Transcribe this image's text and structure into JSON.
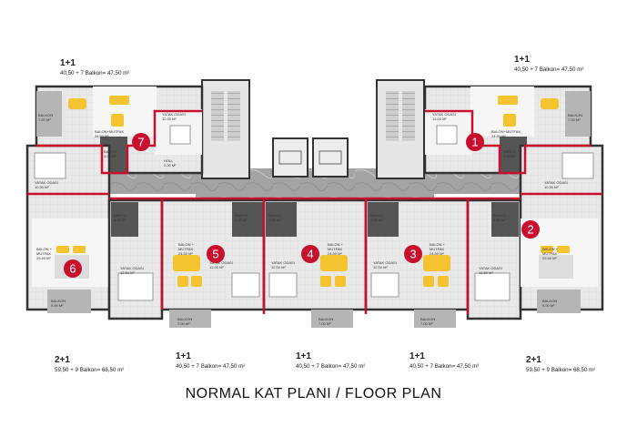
{
  "units": [
    {
      "id": "7",
      "type": "1+1",
      "area": "40,50 + 7 Balkon= 47,50 m²"
    },
    {
      "id": "1",
      "type": "1+1",
      "area": "40,50 + 7 Balkon= 47,50 m²"
    },
    {
      "id": "6",
      "type": "2+1",
      "area": "59,50 + 9 Balkon= 68,50 m²"
    },
    {
      "id": "5",
      "type": "1+1",
      "area": "40,50 + 7 Balkon= 47,50 m²"
    },
    {
      "id": "4",
      "type": "1+1",
      "area": "40,50 + 7 Balkon= 47,50 m²"
    },
    {
      "id": "3",
      "type": "1+1",
      "area": "40,50 + 7 Balkon= 47,50 m²"
    },
    {
      "id": "2",
      "type": "2+1",
      "area": "59,50 + 9 Balkon= 68,50 m²"
    }
  ],
  "rooms": {
    "balkon_7": "BALKON\n7.00 M²",
    "salon_7": "BALON+MUTFAK\n24.50 M²",
    "yatak_7": "YATAK ODASI\n12.00 M²",
    "banyo_7": "BANYO\n4.00 M²",
    "holl_7": "HOLL\n2.00 M²",
    "balkon_1": "BALKON\n7.00 M²",
    "salon_1": "BALON+MUTFAK\n24.50 M²",
    "yatak_1": "YATAK ODASI\n12.00 M²",
    "banyo_1": "BANYO\n4.00 M²",
    "yatak_6a": "YATAK ODASI\n10.50 M²",
    "banyo_6": "BANYO\n4.00 M²",
    "salon_6": "BALON +\nMUTFAK\n29.50 M²",
    "yatak_6b": "YATAK ODASI\n12.50 M²",
    "balkon_6": "BALKON\n9.00 M²",
    "banyo_5": "BANYO\n4.00 M²",
    "salon_5": "BALON +\nMUTFAK\n24.50 M²",
    "yatak_5": "YATAK ODASI\n12.00 M²",
    "balkon_5": "BALKON\n7.00 M²",
    "banyo_4": "BANYO\n4.00 M²",
    "salon_4": "BALON +\nMUTFAK\n24.50 M²",
    "yatak_4": "YATAK ODASI\n12.00 M²",
    "balkon_4": "BALKON\n7.00 M²",
    "banyo_3": "BANYO\n4.00 M²",
    "salon_3": "BALON +\nMUTFAK\n24.50 M²",
    "yatak_3": "YATAK ODASI\n12.00 M²",
    "balkon_3": "BALKON\n7.00 M²",
    "yatak_2a": "YATAK ODASI\n10.50 M²",
    "banyo_2": "BANYO\n4.00 M²",
    "salon_2": "BALON +\nMUTFAK\n29.50 M²",
    "yatak_2b": "YATAK ODASI\n12.50 M²",
    "balkon_2": "BALKON\n9.00 M²"
  },
  "title": "NORMAL KAT PLANI / FLOOR PLAN",
  "colors": {
    "wall": "#3a3a3a",
    "corridor": "#9a9a9a",
    "unit_border": "#c8102e",
    "floor": "#f1f1f1",
    "balcony": "#b8b8b8",
    "furniture": "#f4c430"
  }
}
